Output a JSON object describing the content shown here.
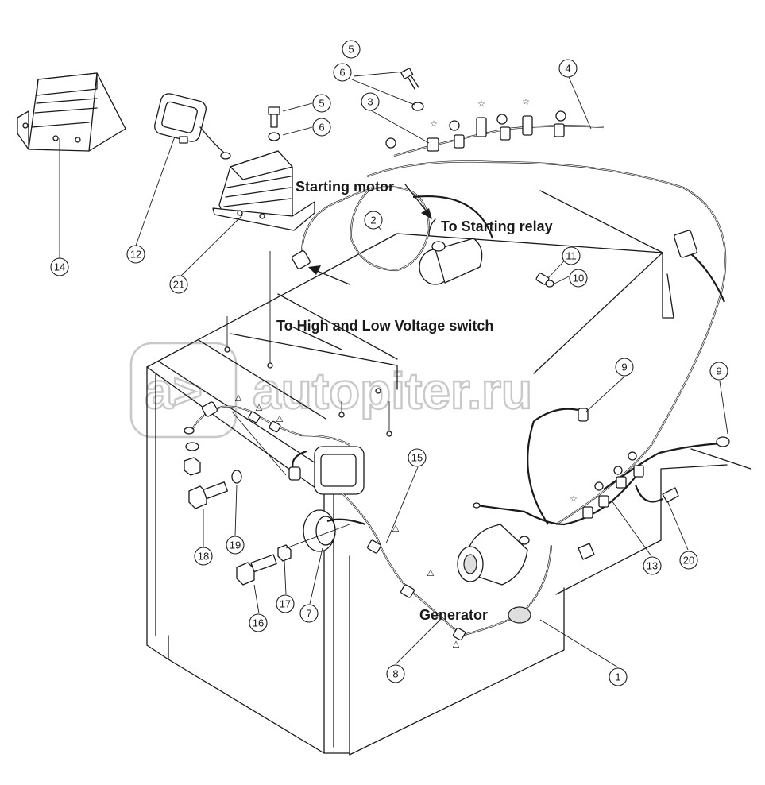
{
  "labels": {
    "starting_motor": "Starting motor",
    "to_starting_relay": "To Starting relay",
    "to_hl_voltage_switch": "To High and Low Voltage switch",
    "generator": "Generator"
  },
  "watermark": {
    "text": "autopiter.ru",
    "logo_glyph": "a>"
  },
  "markers": {
    "star": "☆",
    "triangle": "△"
  },
  "callouts": {
    "c1": "1",
    "c2": "2",
    "c3": "3",
    "c4": "4",
    "c5a": "5",
    "c5b": "5",
    "c6a": "6",
    "c6b": "6",
    "c7": "7",
    "c8": "8",
    "c9a": "9",
    "c9b": "9",
    "c10": "10",
    "c11": "11",
    "c12": "12",
    "c13": "13",
    "c14": "14",
    "c15": "15",
    "c16": "16",
    "c17": "17",
    "c18": "18",
    "c19": "19",
    "c20": "20",
    "c21": "21"
  },
  "colors": {
    "line": "#1a1a1a",
    "watermark": "#c8c8c8",
    "background": "#ffffff"
  }
}
